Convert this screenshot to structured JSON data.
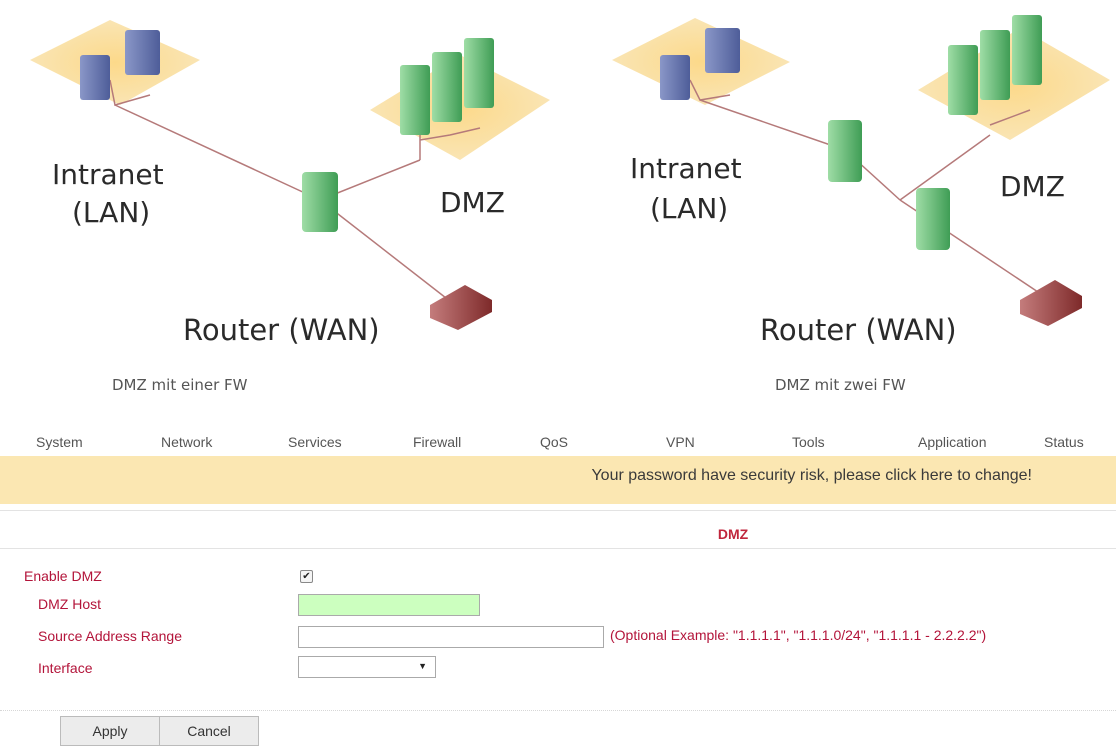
{
  "diagram": {
    "left": {
      "intranet_line1": "Intranet",
      "intranet_line2": "(LAN)",
      "dmz": "DMZ",
      "router": "Router (WAN)",
      "caption": "DMZ mit einer FW"
    },
    "right": {
      "intranet_line1": "Intranet",
      "intranet_line2": "(LAN)",
      "dmz": "DMZ",
      "router": "Router (WAN)",
      "caption": "DMZ mit zwei FW"
    }
  },
  "nav": [
    "System",
    "Network",
    "Services",
    "Firewall",
    "QoS",
    "VPN",
    "Tools",
    "Application",
    "Status"
  ],
  "banner": "Your password have security risk, please click here to change!",
  "section_title": "DMZ",
  "form": {
    "enable_dmz": {
      "label": "Enable DMZ",
      "checked": true,
      "check_glyph": "✔"
    },
    "dmz_host": {
      "label": "DMZ Host",
      "value": ""
    },
    "source_range": {
      "label": "Source Address Range",
      "value": "",
      "hint": "(Optional Example: \"1.1.1.1\", \"1.1.1.0/24\", \"1.1.1.1 - 2.2.2.2\")"
    },
    "interface": {
      "label": "Interface",
      "value": "",
      "arrow": "▼"
    }
  },
  "buttons": {
    "apply": "Apply",
    "cancel": "Cancel"
  }
}
